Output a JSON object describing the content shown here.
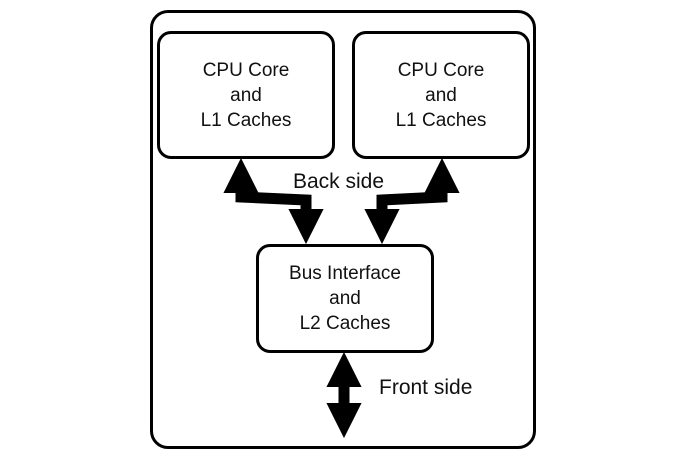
{
  "cpu_left": {
    "line1": "CPU Core",
    "line2": "and",
    "line3": "L1 Caches"
  },
  "cpu_right": {
    "line1": "CPU Core",
    "line2": "and",
    "line3": "L1 Caches"
  },
  "bus": {
    "line1": "Bus Interface",
    "line2": "and",
    "line3": "L2 Caches"
  },
  "labels": {
    "back_side": "Back side",
    "front_side": "Front side"
  },
  "colors": {
    "stroke": "#000000",
    "background": "#ffffff"
  }
}
